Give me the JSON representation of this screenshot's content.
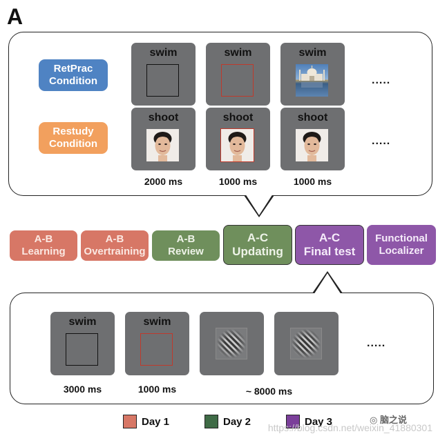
{
  "panel_letter": "A",
  "retrieval_panel": {
    "conditions": [
      {
        "label": "RetPrac Condition",
        "color": "#4f83c3"
      },
      {
        "label": "Restudy Condition",
        "color": "#f2a05e"
      }
    ],
    "retprac_row": {
      "cue_word": "swim",
      "frames": [
        "black-frame",
        "red-frame",
        "building-image"
      ],
      "more": "....."
    },
    "restudy_row": {
      "cue_word": "shoot",
      "frames": [
        "face-image",
        "face-image-red-border",
        "face-image"
      ],
      "more": "....."
    },
    "durations": [
      "2000 ms",
      "1000 ms",
      "1000 ms"
    ]
  },
  "phases": [
    {
      "label": "A-B Learning",
      "color": "#d77766"
    },
    {
      "label": "A-B Overtraining",
      "color": "#d77766"
    },
    {
      "label": "A-B Review",
      "color": "#6f8f5c"
    },
    {
      "label": "A-C Updating",
      "color": "#6f8f5c"
    },
    {
      "label": "A-C Final test",
      "color": "#8e57a8"
    },
    {
      "label": "Functional Localizer",
      "color": "#8e57a8"
    }
  ],
  "final_test_panel": {
    "cue_word": "swim",
    "frames": [
      "black-frame",
      "red-frame",
      "grating",
      "grating"
    ],
    "more": ".....",
    "durations": [
      "3000 ms",
      "1000 ms",
      "~ 8000 ms"
    ]
  },
  "legend": [
    {
      "label": "Day 1",
      "color": "#d77766"
    },
    {
      "label": "Day 2",
      "color": "#3f6b46"
    },
    {
      "label": "Day 3",
      "color": "#7b3f9a"
    }
  ],
  "watermark": {
    "url": "https://blog.csdn.net/weixin_41880301",
    "brand": "脑之说"
  }
}
